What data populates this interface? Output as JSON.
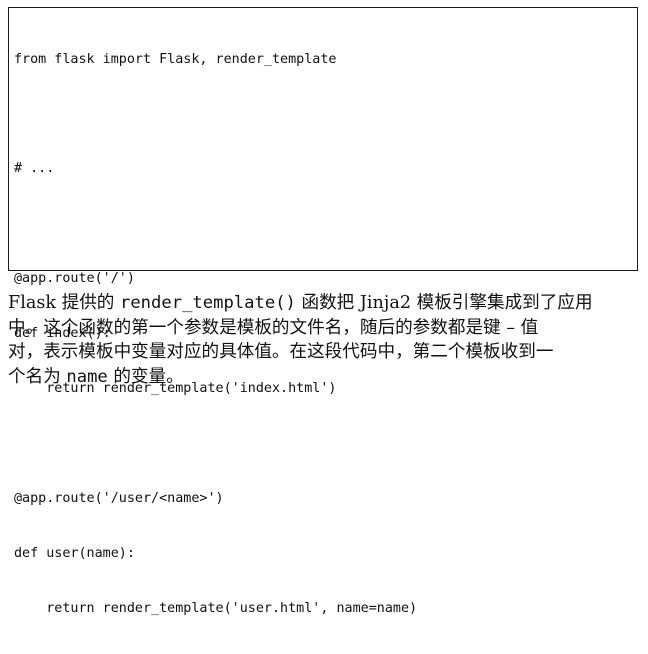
{
  "code_block": {
    "lines": [
      "from flask import Flask, render_template",
      "",
      "# ...",
      "",
      "@app.route('/')",
      "def index():",
      "    return render_template('index.html')",
      "",
      "@app.route('/user/<name>')",
      "def user(name):",
      "    return render_template('user.html', name=name)"
    ]
  },
  "paragraph": {
    "line1": {
      "pre": "Flask 提供的 ",
      "code": "render_template()",
      "post": " 函数把 Jinja2 模板引擎集成到了应用"
    },
    "line2": "中。这个函数的第一个参数是模板的文件名，随后的参数都是键 – 值",
    "line3": "对，表示模板中变量对应的具体值。在这段代码中，第二个模板收到一",
    "line4": {
      "pre": "个名为 ",
      "code": "name",
      "post": " 的变量。"
    }
  }
}
